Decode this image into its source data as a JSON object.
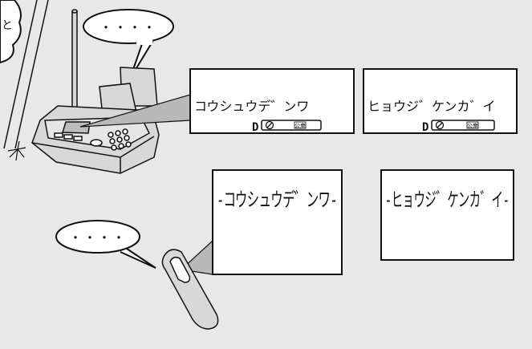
{
  "colors": {
    "background": "#e8e8e8",
    "panel": "#ffffff",
    "ink": "#111111",
    "device_light": "#d8d8d8",
    "device_mid": "#bdbdbd",
    "beam": "#b8b8b8"
  },
  "left_edge": {
    "text": "と"
  },
  "fax_bubble": {
    "text": "・・・・"
  },
  "handset_bubble": {
    "text": "・・・・"
  },
  "fax_screens": [
    {
      "text": "コウシュウデ゛ンワ",
      "status_icons": [
        "d-icon",
        "no-icon",
        "kouchou-badge-icon"
      ],
      "badge": "公衆"
    },
    {
      "text": "ヒョウジ゛ケンカ゛イ",
      "status_icons": [
        "d-icon",
        "no-icon",
        "kouchou-badge-icon"
      ],
      "badge": "公衆"
    }
  ],
  "handset_screens": [
    {
      "text": "-コウシュウデ゛ンワ-"
    },
    {
      "text": "-ヒョウジ゛ケンカ゛イ-"
    }
  ],
  "icons": [
    "fax-machine-icon",
    "cordless-handset-icon",
    "plant-icon",
    "speech-bubble-icon"
  ]
}
